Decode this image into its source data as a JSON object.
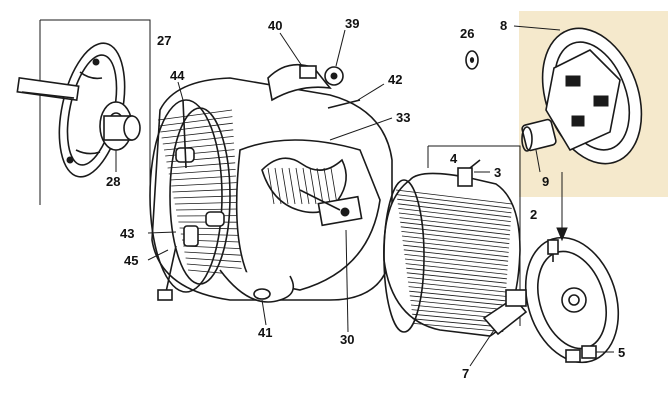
{
  "colors": {
    "ink": "#1a1a1a",
    "paper": "#ffffff",
    "inset_background": "#f5e9cc"
  },
  "callouts": [
    {
      "id": "c27",
      "text": "27"
    },
    {
      "id": "c40",
      "text": "40"
    },
    {
      "id": "c39",
      "text": "39"
    },
    {
      "id": "c26",
      "text": "26"
    },
    {
      "id": "c8",
      "text": "8"
    },
    {
      "id": "c44",
      "text": "44"
    },
    {
      "id": "c42",
      "text": "42"
    },
    {
      "id": "c33",
      "text": "33"
    },
    {
      "id": "c28",
      "text": "28"
    },
    {
      "id": "c4",
      "text": "4"
    },
    {
      "id": "c3",
      "text": "3"
    },
    {
      "id": "c9",
      "text": "9"
    },
    {
      "id": "c2",
      "text": "2"
    },
    {
      "id": "c43",
      "text": "43"
    },
    {
      "id": "c45",
      "text": "45"
    },
    {
      "id": "c41",
      "text": "41"
    },
    {
      "id": "c30",
      "text": "30"
    },
    {
      "id": "c7",
      "text": "7"
    },
    {
      "id": "c5",
      "text": "5"
    }
  ]
}
